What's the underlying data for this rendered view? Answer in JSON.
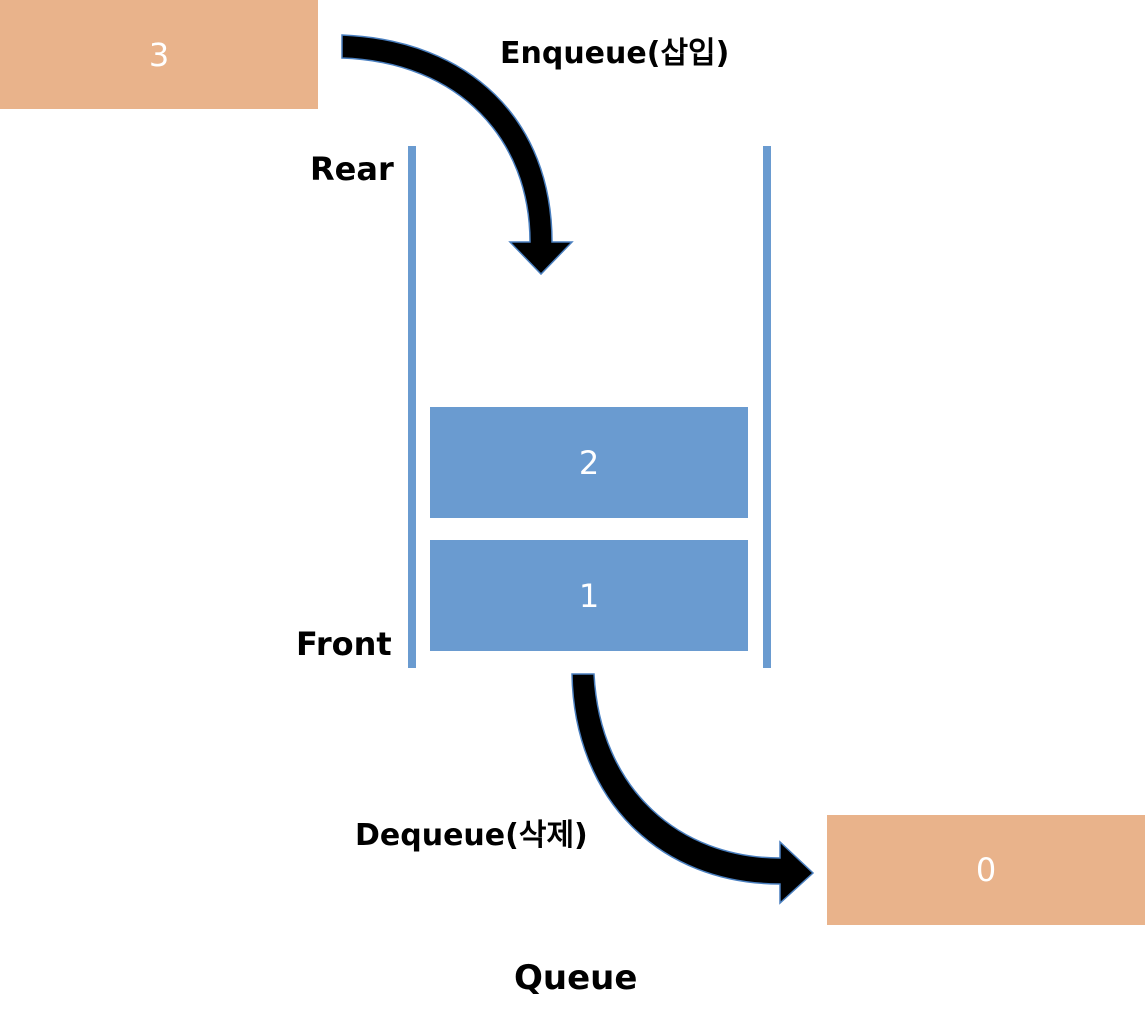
{
  "incoming_item": {
    "value": "3"
  },
  "outgoing_item": {
    "value": "0"
  },
  "queue_items": [
    {
      "value": "2"
    },
    {
      "value": "1"
    }
  ],
  "labels": {
    "enqueue": "Enqueue(삽입)",
    "dequeue": "Dequeue(삭제)",
    "rear": "Rear",
    "front": "Front",
    "caption": "Queue"
  },
  "colors": {
    "item_incoming_outgoing": "#e9b38b",
    "item_queued": "#6a9bd0",
    "walls": "#6a9bd0",
    "arrows": "#000000"
  }
}
